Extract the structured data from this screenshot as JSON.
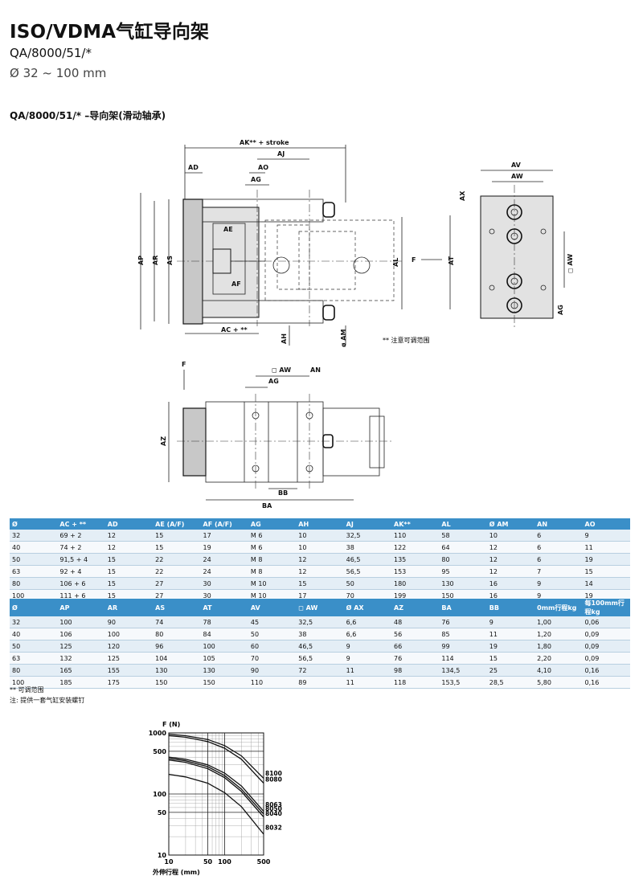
{
  "header": {
    "title": "ISO/VDMA气缸导向架",
    "code": "QA/8000/51/*",
    "range": "Ø 32 ~ 100 mm"
  },
  "section_title": "QA/8000/51/* –导向架(滑动轴承)",
  "drawing": {
    "labels": {
      "ak": "AK** + stroke",
      "aj": "AJ",
      "ad": "AD",
      "ao": "AO",
      "ag": "AG",
      "ae": "AE",
      "af": "AF",
      "ap": "AP",
      "ar": "AR",
      "as": "AS",
      "al": "AL",
      "ac": "AC + **",
      "ah": "AH",
      "am": "ø AM",
      "f": "F",
      "av": "AV",
      "aw": "AW",
      "ax": "AX",
      "at": "AT",
      "aw_sq": "◻ AW",
      "ag2": "AG",
      "f2": "F",
      "aw2": "◻ AW",
      "an": "AN",
      "ag3": "AG",
      "az": "AZ",
      "bb": "BB",
      "ba": "BA"
    },
    "adjustable_note": "** 注意可调范围"
  },
  "table1": {
    "headers": [
      "Ø",
      "AC + **",
      "AD",
      "AE (A/F)",
      "AF (A/F)",
      "AG",
      "AH",
      "AJ",
      "AK**",
      "AL",
      "Ø AM",
      "AN",
      "AO"
    ],
    "rows": [
      [
        "32",
        "69 + 2",
        "12",
        "15",
        "17",
        "M 6",
        "10",
        "32,5",
        "110",
        "58",
        "10",
        "6",
        "9"
      ],
      [
        "40",
        "74 + 2",
        "12",
        "15",
        "19",
        "M 6",
        "10",
        "38",
        "122",
        "64",
        "12",
        "6",
        "11"
      ],
      [
        "50",
        "91,5 + 4",
        "15",
        "22",
        "24",
        "M 8",
        "12",
        "46,5",
        "135",
        "80",
        "12",
        "6",
        "19"
      ],
      [
        "63",
        "92 + 4",
        "15",
        "22",
        "24",
        "M 8",
        "12",
        "56,5",
        "153",
        "95",
        "12",
        "7",
        "15"
      ],
      [
        "80",
        "106 + 6",
        "15",
        "27",
        "30",
        "M 10",
        "15",
        "50",
        "180",
        "130",
        "16",
        "9",
        "14"
      ],
      [
        "100",
        "111 + 6",
        "15",
        "27",
        "30",
        "M 10",
        "17",
        "70",
        "199",
        "150",
        "16",
        "9",
        "19"
      ]
    ]
  },
  "table2": {
    "headers": [
      "Ø",
      "AP",
      "AR",
      "AS",
      "AT",
      "AV",
      "◻ AW",
      "Ø AX",
      "AZ",
      "BA",
      "BB",
      "0mm行程kg",
      "每100mm行程kg"
    ],
    "rows": [
      [
        "32",
        "100",
        "90",
        "74",
        "78",
        "45",
        "32,5",
        "6,6",
        "48",
        "76",
        "9",
        "1,00",
        "0,06"
      ],
      [
        "40",
        "106",
        "100",
        "80",
        "84",
        "50",
        "38",
        "6,6",
        "56",
        "85",
        "11",
        "1,20",
        "0,09"
      ],
      [
        "50",
        "125",
        "120",
        "96",
        "100",
        "60",
        "46,5",
        "9",
        "66",
        "99",
        "19",
        "1,80",
        "0,09"
      ],
      [
        "63",
        "132",
        "125",
        "104",
        "105",
        "70",
        "56,5",
        "9",
        "76",
        "114",
        "15",
        "2,20",
        "0,09"
      ],
      [
        "80",
        "165",
        "155",
        "130",
        "130",
        "90",
        "72",
        "11",
        "98",
        "134,5",
        "25",
        "4,10",
        "0,16"
      ],
      [
        "100",
        "185",
        "175",
        "150",
        "150",
        "110",
        "89",
        "11",
        "118",
        "153,5",
        "28,5",
        "5,80",
        "0,16"
      ]
    ]
  },
  "notes": {
    "adjustable": "** 可调范围",
    "screws": "注: 提供一套气缸安装螺钉"
  },
  "chart_data": {
    "type": "line",
    "ylabel": "F (N)",
    "xlabel": "外伸行程 (mm)",
    "x_scale": "log",
    "y_scale": "log",
    "xlim": [
      10,
      500
    ],
    "ylim": [
      10,
      1000
    ],
    "x_ticks": [
      10,
      50,
      100,
      500
    ],
    "y_ticks": [
      10,
      50,
      100,
      500,
      1000
    ],
    "grid": true,
    "series": [
      {
        "name": "8100",
        "x": [
          10,
          20,
          50,
          100,
          200,
          500
        ],
        "y": [
          950,
          900,
          780,
          620,
          420,
          180
        ]
      },
      {
        "name": "8080",
        "x": [
          10,
          20,
          50,
          100,
          200,
          500
        ],
        "y": [
          900,
          850,
          720,
          560,
          370,
          150
        ]
      },
      {
        "name": "8063",
        "x": [
          10,
          20,
          50,
          100,
          200,
          500
        ],
        "y": [
          400,
          370,
          300,
          220,
          135,
          52
        ]
      },
      {
        "name": "8050",
        "x": [
          10,
          20,
          50,
          100,
          200,
          500
        ],
        "y": [
          380,
          350,
          280,
          200,
          120,
          47
        ]
      },
      {
        "name": "8040",
        "x": [
          10,
          20,
          50,
          100,
          200,
          500
        ],
        "y": [
          360,
          330,
          260,
          185,
          110,
          42
        ]
      },
      {
        "name": "8032",
        "x": [
          10,
          20,
          50,
          100,
          200,
          500
        ],
        "y": [
          210,
          190,
          150,
          105,
          62,
          22
        ]
      }
    ]
  }
}
